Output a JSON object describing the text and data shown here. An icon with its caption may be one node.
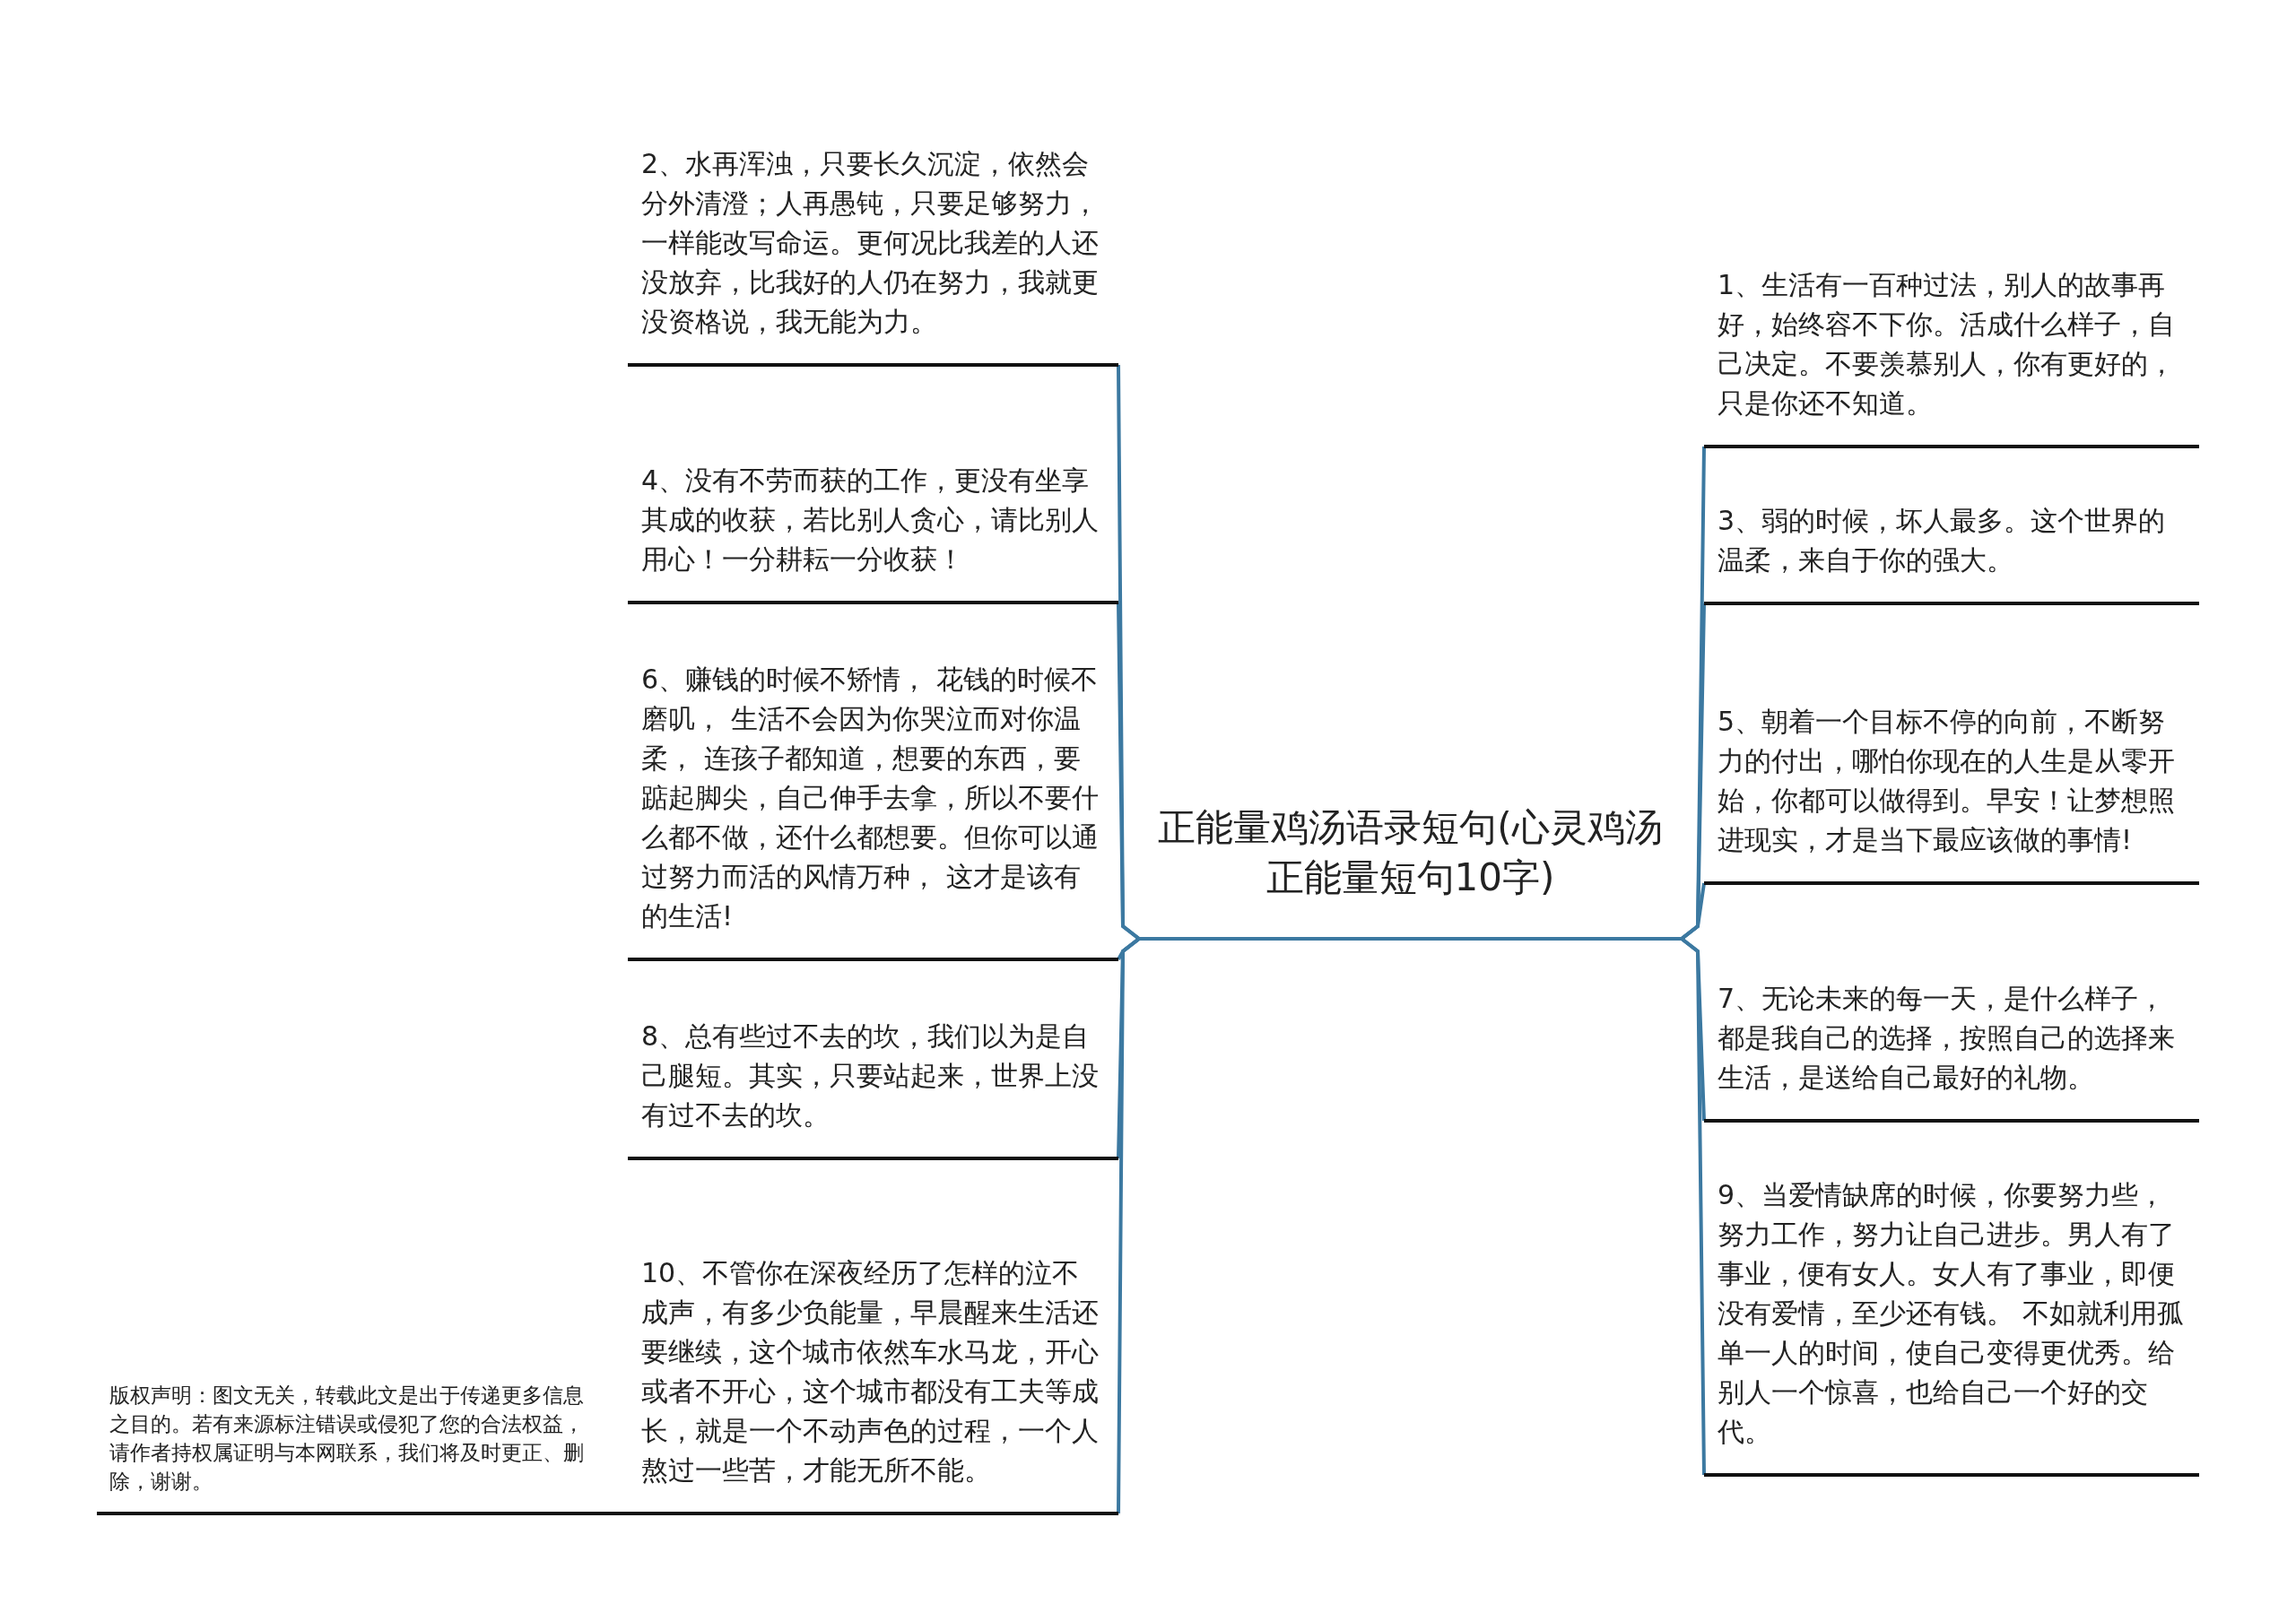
{
  "diagram": {
    "nodes": [
      {
        "text": [
          "正能量鸡汤语录短句(心灵鸡汤正能量短句10字)"
        ]
      },
      {
        "text": [
          "1、生活有一百种过法，别人的故事再好，始终容不下你。活成什么样子，自己决定。不要羡慕别人，你有更好的，只是你还不知道。"
        ]
      },
      {
        "text": [
          "2、水再浑浊，只要长久沉淀，依然会分外清澄；人再愚钝，只要足够努力，一样能改写命运。更何况比我差的人还没放弃，比我好的人仍在努力，我就更没资格说，我无能为力。"
        ]
      },
      {
        "text": [
          "3、弱的时候，坏人最多。这个世界的温柔，来自于你的强大。"
        ]
      },
      {
        "text": [
          "4、没有不劳而获的工作，更没有坐享其成的收获，若比别人贪心，请比别人用心！一分耕耘一分收获！"
        ]
      },
      {
        "text": [
          "5、朝着一个目标不停的向前，不断努力的付出，哪怕你现在的人生是从零开始，你都可以做得到。早安！让梦想照进现实，才是当下最应该做的事情!"
        ]
      },
      {
        "text": [
          "6、赚钱的时候不矫情， 花钱的时候不磨叽， 生活不会因为你哭泣而对你温柔， 连孩子都知道，想要的东西，要踮起脚尖，自己伸手去拿，所以不要什么都不做，还什么都想要。但你可以通过努力而活的风情万种， 这才是该有的生活!"
        ]
      },
      {
        "text": [
          "7、无论未来的每一天，是什么样子，都是我自己的选择，按照自己的选择来生活，是送给自己最好的礼物。"
        ]
      },
      {
        "text": [
          "8、总有些过不去的坎，我们以为是自己腿短。其实，只要站起来，世界上没有过不去的坎。"
        ]
      },
      {
        "text": [
          "9、当爱情缺席的时候，你要努力些，努力工作，努力让自己进步。男人有了事业，便有女人。女人有了事业，即便没有爱情，至少还有钱。 不如就利用孤单一人的时间，使自己变得更优秀。给别人一个惊喜，也给自己一个好的交代。"
        ]
      },
      {
        "text": [
          "10、不管你在深夜经历了怎样的泣不成声，有多少负能量，早晨醒来生活还要继续，这个城市依然车水马龙，开心或者不开心，这个城市都没有工夫等成长，就是一个不动声色的过程，一个人熬过一些苦，才能无所不能。"
        ]
      }
    ],
    "edges": [
      {
        "from": 0,
        "to": 1,
        "arrow": "none"
      },
      {
        "from": 0,
        "to": 2,
        "arrow": "none"
      },
      {
        "from": 0,
        "to": 3,
        "arrow": "none"
      },
      {
        "from": 0,
        "to": 4,
        "arrow": "none"
      },
      {
        "from": 0,
        "to": 5,
        "arrow": "none"
      },
      {
        "from": 0,
        "to": 6,
        "arrow": "none"
      },
      {
        "from": 0,
        "to": 7,
        "arrow": "none"
      },
      {
        "from": 0,
        "to": 8,
        "arrow": "none"
      },
      {
        "from": 0,
        "to": 9,
        "arrow": "none"
      },
      {
        "from": 0,
        "to": 10,
        "arrow": "none"
      }
    ],
    "labels": [
      "版权声明：图文无关，转载此文是出于传递更多信息之目的。若有来源标注错误或侵犯了您的合法权益，请作者持权属证明与本网联系，我们将及时更正、删除，谢谢。"
    ]
  }
}
